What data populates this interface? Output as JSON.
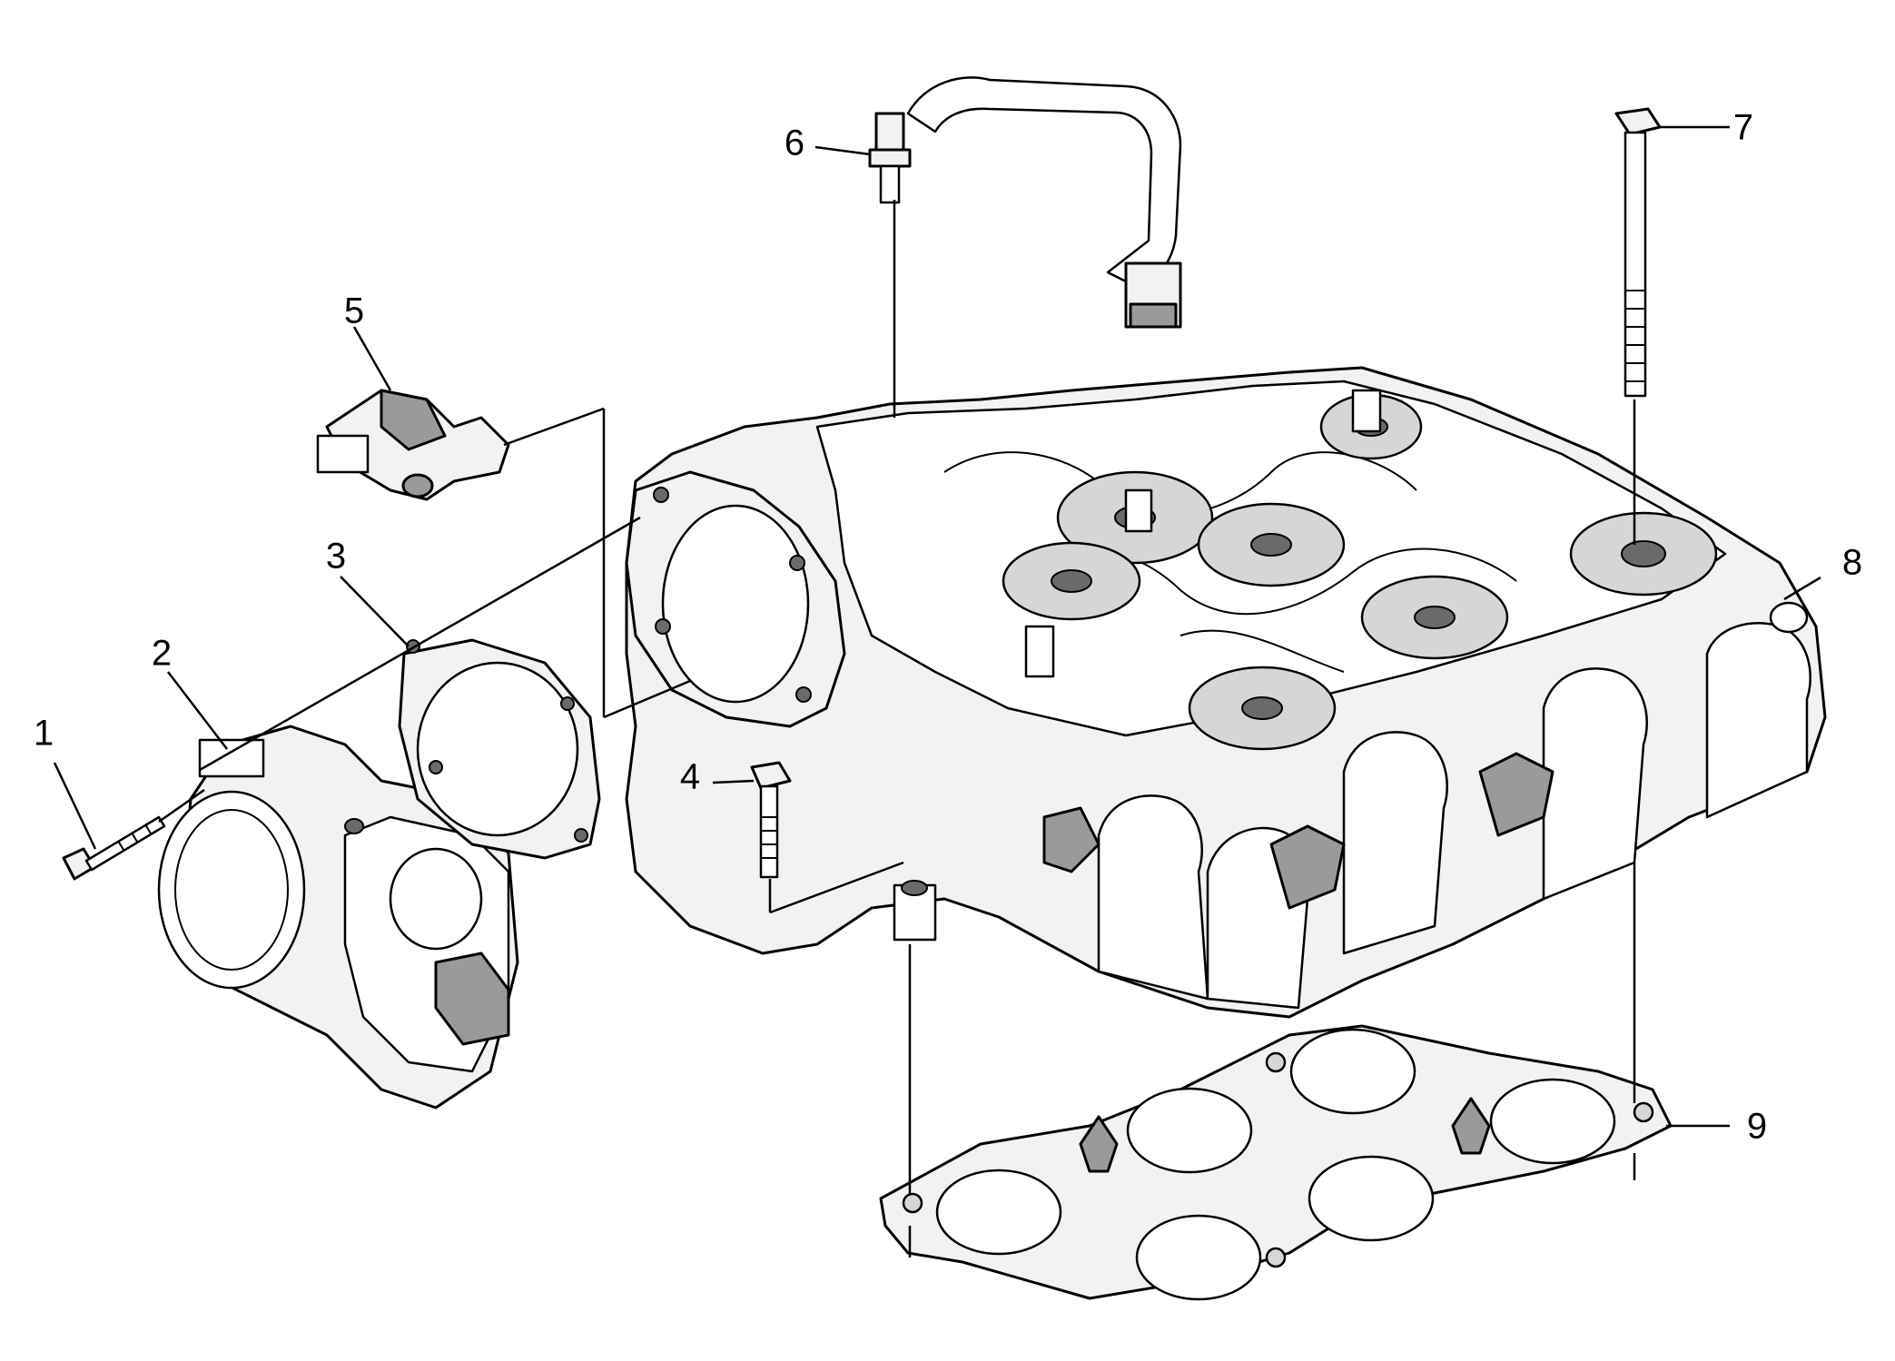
{
  "callouts": [
    {
      "id": 1,
      "label": "1"
    },
    {
      "id": 2,
      "label": "2"
    },
    {
      "id": 3,
      "label": "3"
    },
    {
      "id": 4,
      "label": "4"
    },
    {
      "id": 5,
      "label": "5"
    },
    {
      "id": 6,
      "label": "6"
    },
    {
      "id": 7,
      "label": "7"
    },
    {
      "id": 8,
      "label": "8"
    },
    {
      "id": 9,
      "label": "9"
    }
  ],
  "colors": {
    "line": "#000000",
    "fill_light": "#f2f2f2",
    "fill_shade": "#9a9a9a",
    "background": "#ffffff"
  }
}
